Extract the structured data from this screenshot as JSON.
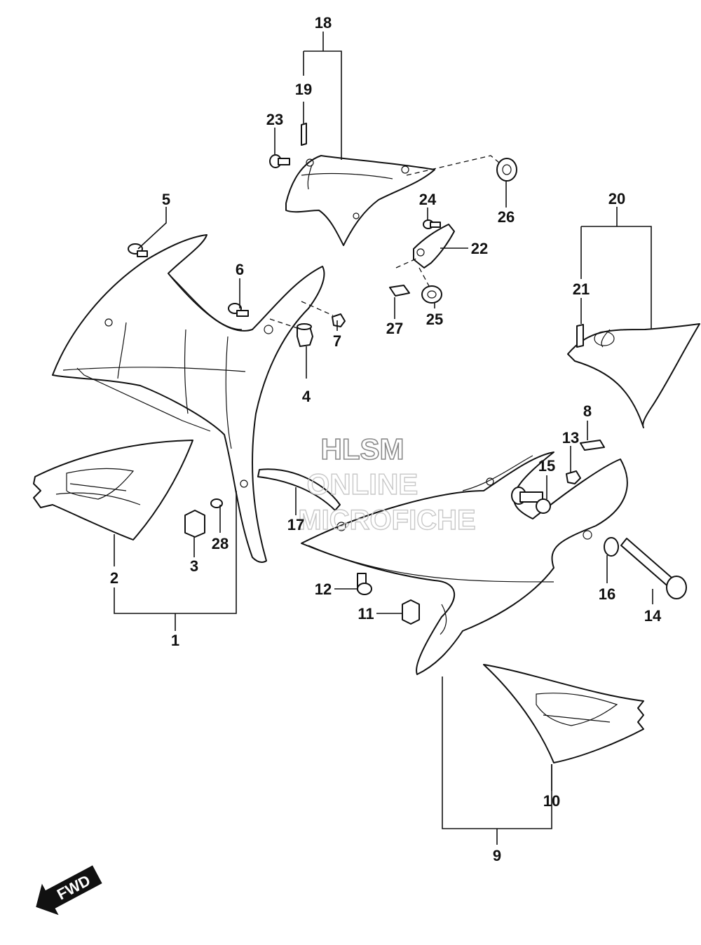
{
  "watermark": {
    "line1": "HLSM",
    "line2": "ONLINE",
    "line3": "MICROFICHE"
  },
  "direction_badge": {
    "label": "FWD"
  },
  "callouts": {
    "c1": "1",
    "c2": "2",
    "c3": "3",
    "c4": "4",
    "c5": "5",
    "c6": "6",
    "c7": "7",
    "c8": "8",
    "c9": "9",
    "c10": "10",
    "c11": "11",
    "c12": "12",
    "c13": "13",
    "c14": "14",
    "c15": "15",
    "c16": "16",
    "c17": "17",
    "c18": "18",
    "c19": "19",
    "c20": "20",
    "c21": "21",
    "c22": "22",
    "c23": "23",
    "c24": "24",
    "c25": "25",
    "c26": "26",
    "c27": "27",
    "c28": "28"
  }
}
